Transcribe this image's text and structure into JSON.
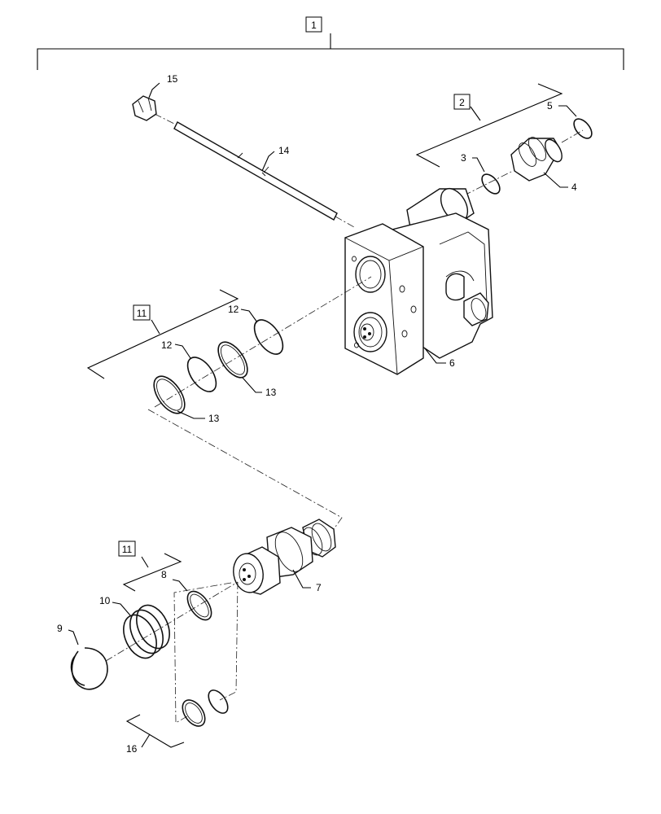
{
  "callouts": {
    "c1": "1",
    "c2": "2",
    "c3": "3",
    "c4": "4",
    "c5": "5",
    "c6": "6",
    "c7": "7",
    "c8": "8",
    "c9": "9",
    "c10": "10",
    "c11a": "11",
    "c11b": "11",
    "c12a": "12",
    "c12b": "12",
    "c13a": "13",
    "c13b": "13",
    "c14": "14",
    "c15": "15",
    "c16": "16"
  },
  "legend_style": {
    "line_color": "#000000",
    "background": "#ffffff"
  }
}
